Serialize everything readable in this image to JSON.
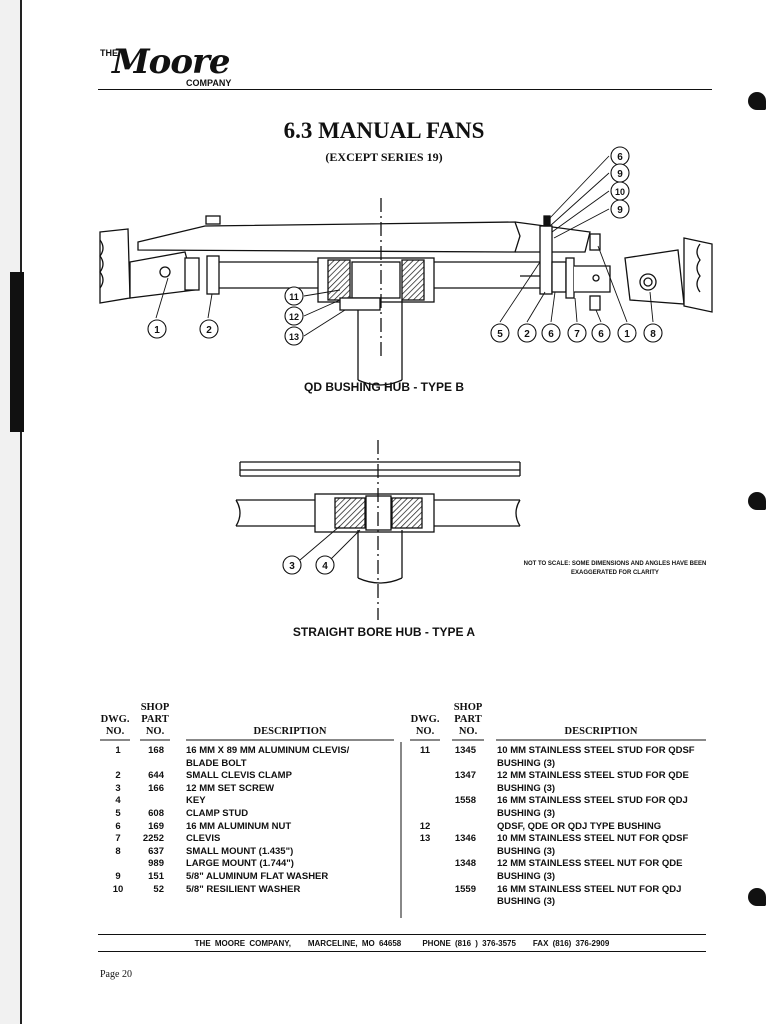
{
  "logo": {
    "the": "THE",
    "script": "Moore",
    "company": "COMPANY"
  },
  "header": {
    "title": "6.3 MANUAL FANS",
    "subtitle": "(EXCEPT SERIES 19)"
  },
  "figure_b": {
    "caption": "QD BUSHING HUB - TYPE B",
    "top_callouts": [
      "6",
      "9",
      "10",
      "9"
    ],
    "left_callouts": [
      "11",
      "12",
      "13"
    ],
    "bottom_callouts_left": [
      "1",
      "2"
    ],
    "bottom_callouts_right": [
      "5",
      "2",
      "6",
      "7",
      "6",
      "1",
      "8"
    ]
  },
  "figure_a": {
    "caption": "STRAIGHT BORE HUB - TYPE A",
    "callouts": [
      "3",
      "4"
    ]
  },
  "note": "NOT TO SCALE: SOME DIMENSIONS AND ANGLES HAVE BEEN EXAGGERATED FOR CLARITY",
  "table": {
    "headers": {
      "dwg": "DWG.\nNO.",
      "shop": "SHOP\nPART\nNO.",
      "description": "DESCRIPTION"
    },
    "left_rows": [
      {
        "dwg": "1",
        "part": "168",
        "desc": "16 MM X 89 MM ALUMINUM CLEVIS/"
      },
      {
        "dwg": "",
        "part": "",
        "desc": "BLADE BOLT"
      },
      {
        "dwg": "2",
        "part": "644",
        "desc": "SMALL CLEVIS CLAMP"
      },
      {
        "dwg": "3",
        "part": "166",
        "desc": "12 MM SET SCREW"
      },
      {
        "dwg": "4",
        "part": "",
        "desc": "KEY"
      },
      {
        "dwg": "5",
        "part": "608",
        "desc": "CLAMP STUD"
      },
      {
        "dwg": "6",
        "part": "169",
        "desc": "16 MM ALUMINUM NUT"
      },
      {
        "dwg": "7",
        "part": "2252",
        "desc": "CLEVIS"
      },
      {
        "dwg": "8",
        "part": "637",
        "desc": "SMALL MOUNT (1.435\")"
      },
      {
        "dwg": "",
        "part": "989",
        "desc": "LARGE MOUNT (1.744\")"
      },
      {
        "dwg": "9",
        "part": "151",
        "desc": "5/8\" ALUMINUM FLAT WASHER"
      },
      {
        "dwg": "10",
        "part": "52",
        "desc": "5/8\" RESILIENT WASHER"
      }
    ],
    "right_rows": [
      {
        "dwg": "11",
        "part": "1345",
        "desc": "10 MM STAINLESS STEEL STUD FOR QDSF"
      },
      {
        "dwg": "",
        "part": "",
        "desc": "BUSHING (3)"
      },
      {
        "dwg": "",
        "part": "1347",
        "desc": "12 MM STAINLESS STEEL STUD FOR QDE"
      },
      {
        "dwg": "",
        "part": "",
        "desc": "BUSHING (3)"
      },
      {
        "dwg": "",
        "part": "1558",
        "desc": "16 MM STAINLESS STEEL STUD FOR QDJ"
      },
      {
        "dwg": "",
        "part": "",
        "desc": "BUSHING (3)"
      },
      {
        "dwg": "12",
        "part": "",
        "desc": "QDSF, QDE OR QDJ TYPE BUSHING"
      },
      {
        "dwg": "13",
        "part": "1346",
        "desc": "10 MM STAINLESS STEEL NUT FOR QDSF"
      },
      {
        "dwg": "",
        "part": "",
        "desc": "BUSHING (3)"
      },
      {
        "dwg": "",
        "part": "1348",
        "desc": "12 MM STAINLESS STEEL NUT FOR QDE"
      },
      {
        "dwg": "",
        "part": "",
        "desc": "BUSHING (3)"
      },
      {
        "dwg": "",
        "part": "1559",
        "desc": "16 MM STAINLESS STEEL NUT FOR QDJ"
      },
      {
        "dwg": "",
        "part": "",
        "desc": "BUSHING (3)"
      }
    ]
  },
  "footer": {
    "company": "THE MOORE COMPANY,",
    "city": "MARCELINE, MO 64658",
    "phone": "PHONE (816 ) 376-3575",
    "fax": "FAX (816) 376-2909"
  },
  "page": "Page 20"
}
